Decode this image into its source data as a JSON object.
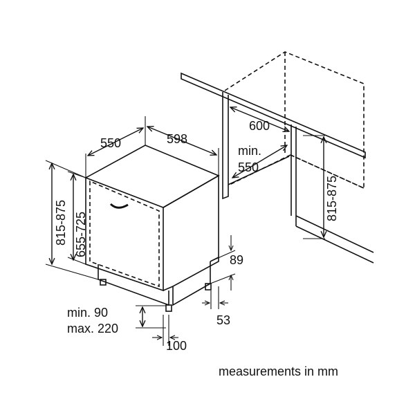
{
  "dimensions": {
    "appliance_depth": "550",
    "appliance_width": "598",
    "niche_width": "600",
    "niche_min_depth_line1": "min.",
    "niche_min_depth_line2": "550",
    "niche_height": "815-875",
    "appliance_height_range": "815-875",
    "door_height_range": "655-725",
    "plinth_height": "89",
    "plinth_depth": "53",
    "toe_kick_line1": "min. 90",
    "toe_kick_line2": "max. 220",
    "foot_offset": "100"
  },
  "footer": {
    "units_note": "measurements in mm"
  }
}
